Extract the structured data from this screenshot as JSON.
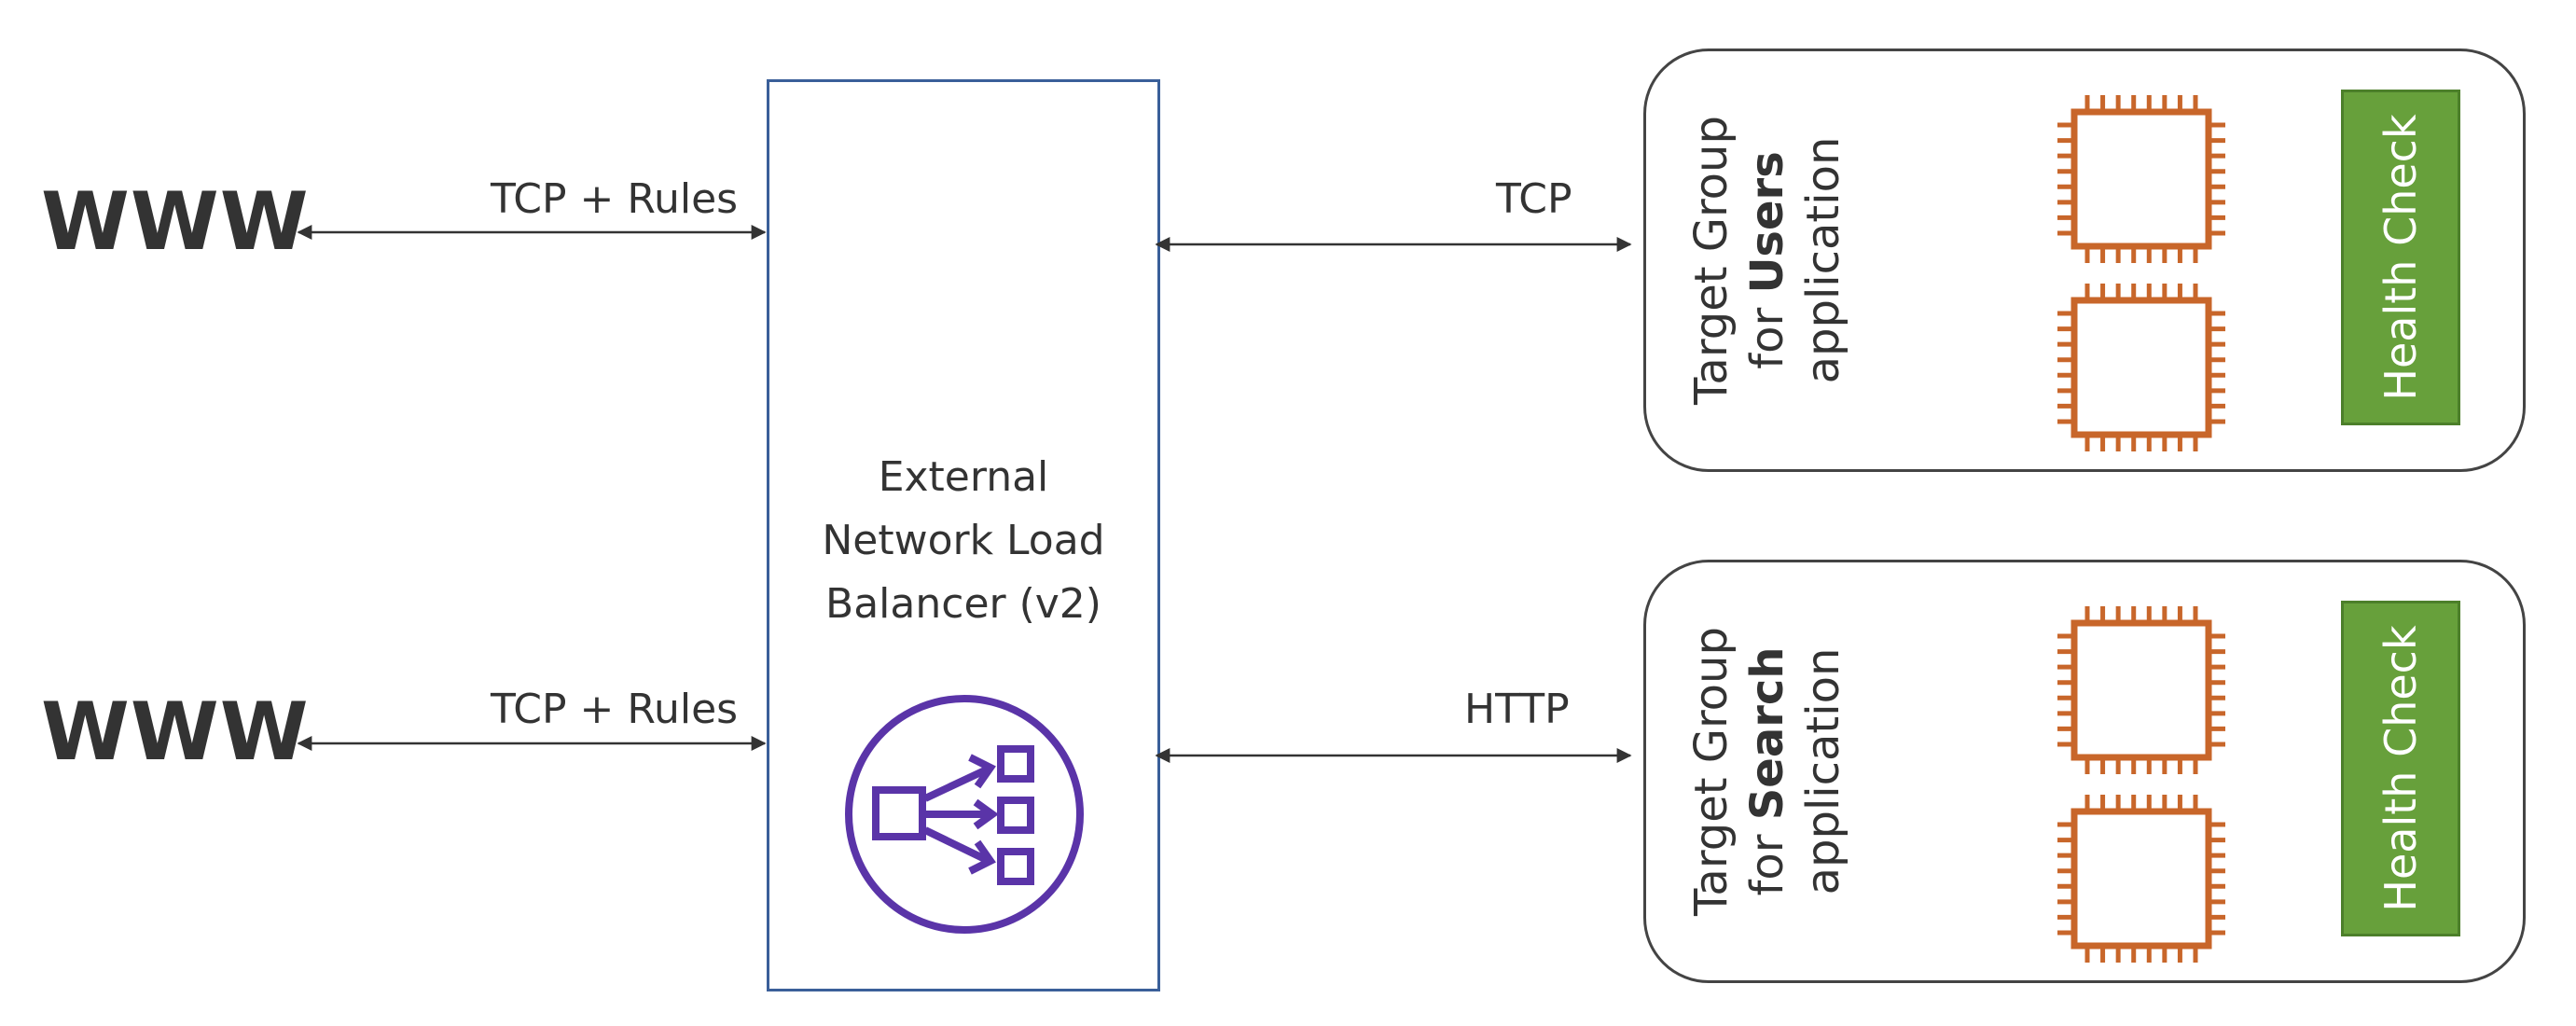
{
  "clients": [
    {
      "label": "WWW"
    },
    {
      "label": "WWW"
    }
  ],
  "client_links": [
    {
      "label": "TCP + Rules"
    },
    {
      "label": "TCP + Rules"
    }
  ],
  "load_balancer": {
    "title_lines": [
      "External",
      "Network Load",
      "Balancer (v2)"
    ],
    "icon": "network-load-balancer-icon",
    "border_color": "#3a5f99",
    "icon_color": "#5a34a8"
  },
  "target_links": [
    {
      "label": "TCP"
    },
    {
      "label": "HTTP"
    }
  ],
  "target_groups": [
    {
      "line1": "Target Group",
      "line2_prefix": "for ",
      "line2_bold": "Users",
      "line3": "application",
      "health_check": "Health Check",
      "instances": [
        "ec2-instance-icon",
        "ec2-instance-icon"
      ]
    },
    {
      "line1": "Target Group",
      "line2_prefix": "for ",
      "line2_bold": "Search",
      "line3": "application",
      "health_check": "Health Check",
      "instances": [
        "ec2-instance-icon",
        "ec2-instance-icon"
      ]
    }
  ],
  "colors": {
    "instance": "#c8662a",
    "health_check_fill": "#67a03b",
    "text": "#333333"
  }
}
